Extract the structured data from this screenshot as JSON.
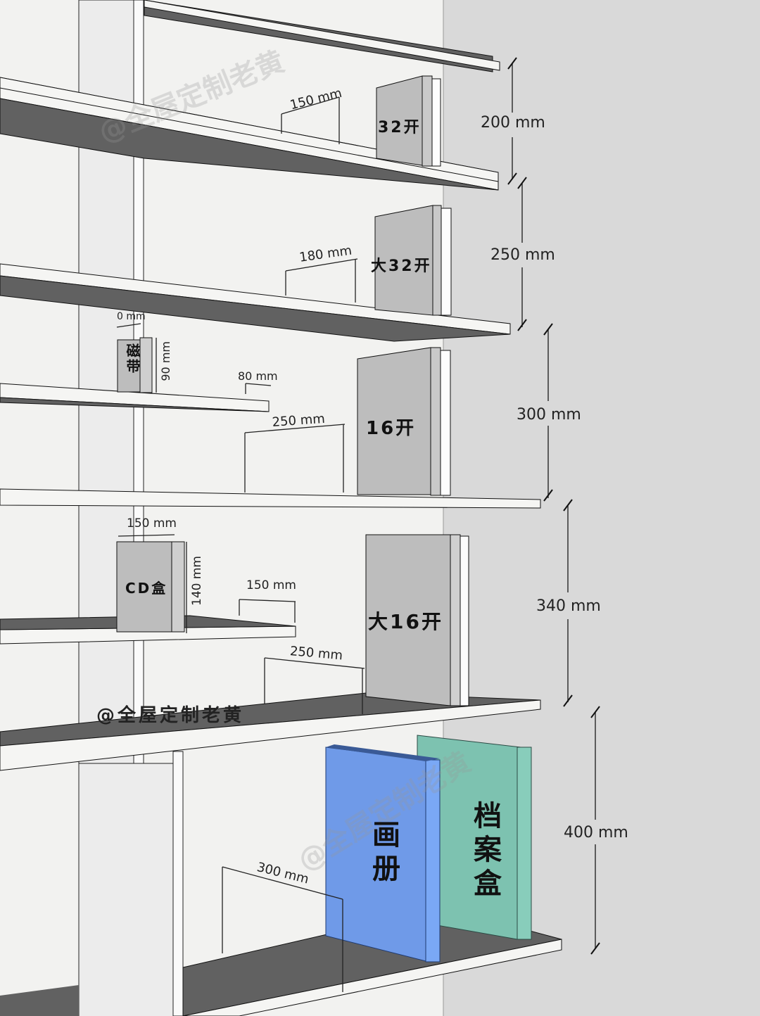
{
  "colors": {
    "background": "#d9d9d9",
    "wall": "#f2f2f0",
    "shelf_edge": "#f5f5f3",
    "shelf_underside": "#616161",
    "book_gray": "#bdbdbd",
    "album_blue": "#6f9ae8",
    "archive_teal": "#7dc2b0"
  },
  "watermark": "@全屋定制老黄",
  "credit": "@全屋定制老黄",
  "shelf_heights": [
    {
      "label": "200 mm",
      "book": "32开"
    },
    {
      "label": "250 mm",
      "book": "大32开"
    },
    {
      "label": "300 mm",
      "book": "16开"
    },
    {
      "label": "340 mm",
      "book": "大16开"
    },
    {
      "label": "400 mm",
      "book": "画册/档案盒"
    }
  ],
  "books": {
    "b32": "32开",
    "b_big32": "大32开",
    "b16": "16开",
    "b_big16": "大16开",
    "tape": "磁带",
    "cd": "CD盒",
    "album": "画册",
    "archive": "档案盒"
  },
  "depths": {
    "d1": "150 mm",
    "d2": "180 mm",
    "d3": "250 mm",
    "d4": "250 mm",
    "d5": "300 mm"
  },
  "small_dims": {
    "tape_width": "0 mm",
    "tape_height": "90 mm",
    "tape_shelf": "80 mm",
    "cd_width": "150 mm",
    "cd_height": "140 mm",
    "cd_shelf": "150 mm"
  }
}
